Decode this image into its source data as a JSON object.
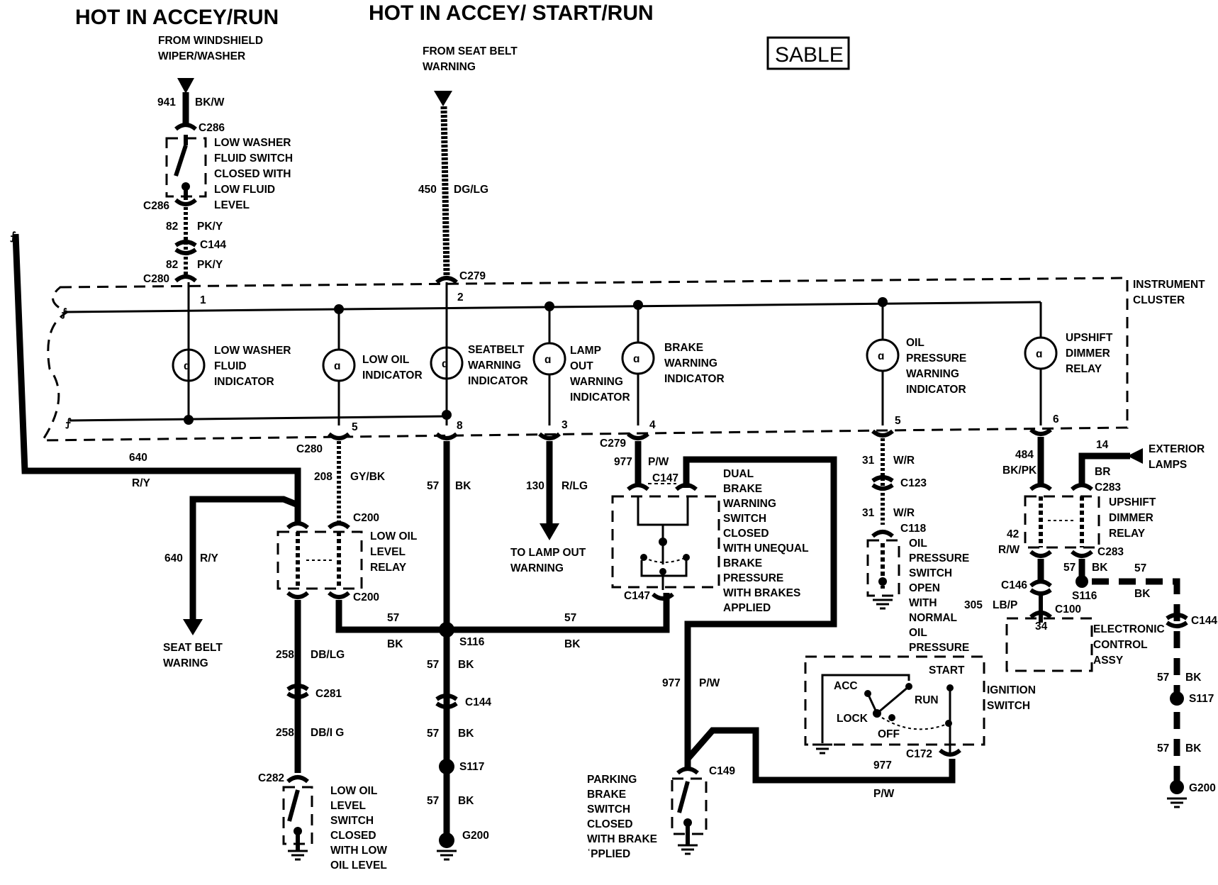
{
  "headers": {
    "left": "HOT IN ACCEY/RUN",
    "right": "HOT IN ACCEY/ START/RUN",
    "model": "SABLE"
  },
  "sources": {
    "windshield": [
      "FROM WINDSHIELD",
      "WIPER/WASHER"
    ],
    "seat_belt": [
      "FROM SEAT BELT",
      "WARNING"
    ]
  },
  "cluster": [
    "INSTRUMENT",
    "CLUSTER"
  ],
  "indicators": {
    "low_washer": [
      "LOW WASHER",
      "FLUID",
      "INDICATOR"
    ],
    "low_oil": [
      "LOW OIL",
      "INDICATOR"
    ],
    "seatbelt": [
      "SEATBELT",
      "WARNING",
      "INDICATOR"
    ],
    "lamp_out": [
      "LAMP",
      "OUT",
      "WARNING",
      "INDICATOR"
    ],
    "brake": [
      "BRAKE",
      "WARNING",
      "INDICATOR"
    ],
    "oil_pressure": [
      "OIL",
      "PRESSURE",
      "WARNING",
      "INDICATOR"
    ],
    "upshift": [
      "UPSHIFT",
      "DIMMER",
      "RELAY"
    ]
  },
  "components": {
    "low_washer_switch": [
      "LOW WASHER",
      "FLUID SWITCH",
      "CLOSED WITH",
      "LOW FLUID",
      "LEVEL"
    ],
    "low_oil_relay": [
      "LOW OIL",
      "LEVEL",
      "RELAY"
    ],
    "low_oil_switch": [
      "LOW OIL",
      "LEVEL",
      "SWITCH",
      "CLOSED",
      "WITH LOW",
      "OIL LEVEL"
    ],
    "dual_brake": [
      "DUAL",
      "BRAKE",
      "WARNING",
      "SWITCH",
      "CLOSED",
      "WITH UNEQUAL",
      "BRAKE",
      "PRESSURE",
      "WITH BRAKES",
      "APPLIED"
    ],
    "oil_pressure_switch": [
      "OIL",
      "PRESSURE",
      "SWITCH",
      "OPEN",
      "WITH",
      "NORMAL",
      "OIL",
      "PRESSURE"
    ],
    "upshift_relay": [
      "UPSHIFT",
      "DIMMER",
      "RELAY"
    ],
    "parking_brake": [
      "PARKING",
      "BRAKE",
      "SWITCH",
      "CLOSED",
      "WITH BRAKE",
      "ʿPPLIED"
    ],
    "ignition": [
      "IGNITION",
      "SWITCH"
    ],
    "ignition_positions": {
      "acc": "ACC",
      "start": "START",
      "run": "RUN",
      "lock": "LOCK",
      "off": "OFF"
    },
    "eca": [
      "ELECTRONIC",
      "CONTROL",
      "ASSY"
    ],
    "exterior": [
      "EXTERIOR",
      "LAMPS"
    ]
  },
  "destinations": {
    "seat_belt_warning": [
      "SEAT BELT",
      "WARING"
    ],
    "lamp_out_warning": [
      "TO LAMP OUT",
      "WARNING"
    ]
  },
  "wires": {
    "w941": "941",
    "bkw": "BK/W",
    "w82a": "82",
    "pky_a": "PK/Y",
    "w82b": "82",
    "pky_b": "PK/Y",
    "w450": "450",
    "dglg": "DG/LG",
    "w640a": "640",
    "ry_a": "R/Y",
    "w640b": "640",
    "ry_b": "R/Y",
    "w208": "208",
    "gybk": "GY/BK",
    "w57a": "57",
    "bk_a": "BK",
    "w130": "130",
    "rlg": "R/LG",
    "w977a": "977",
    "pw_a": "P/W",
    "w977b": "977",
    "pw_b": "P/W",
    "w977c": "977",
    "pw_c": "P/W",
    "w31a": "31",
    "wr_a": "W/R",
    "w31b": "31",
    "wr_b": "W/R",
    "w484": "484",
    "bkpk": "BK/PK",
    "w14": "14",
    "br": "BR",
    "w42": "42",
    "rw": "R/W",
    "w57b": "57",
    "bk_b": "BK",
    "w57c": "57",
    "bk_c": "BK",
    "w305": "305",
    "lbp": "LB/P",
    "w57d": "57",
    "bk_d": "BK",
    "w57e": "57",
    "bk_e": "BK",
    "w57f": "57",
    "bk_f": "BK",
    "w57g": "57",
    "bk_g": "BK",
    "w57h": "57",
    "bk_h": "BK",
    "w258a": "258",
    "dblg": "DB/LG",
    "w258b": "258",
    "dblg2": "DB/I G",
    "w57i": "57",
    "bk_i": "BK",
    "w57j": "57",
    "bk_j": "BK"
  },
  "connectors": {
    "c286a": "C286",
    "c286b": "C286",
    "c144a": "C144",
    "c280a": "C280",
    "c279a": "C279",
    "c280b": "C280",
    "c200a": "C200",
    "c200b": "C200",
    "c281": "C281",
    "c282": "C282",
    "s116a": "S116",
    "c144b": "C144",
    "s117a": "S117",
    "g200a": "G200",
    "c279b": "C279",
    "c147a": "C147",
    "c147b": "C147",
    "c149": "C149",
    "c172": "C172",
    "c123": "C123",
    "c118": "C118",
    "c283a": "C283",
    "c283b": "C283",
    "c146": "C146",
    "s116b": "S116",
    "c100": "C100",
    "c144c": "C144",
    "s117b": "S117",
    "g200b": "G200"
  },
  "pins": {
    "p1": "1",
    "p2": "2",
    "p5a": "5",
    "p8": "8",
    "p3": "3",
    "p4": "4",
    "p5b": "5",
    "p6": "6",
    "p34": "34"
  }
}
